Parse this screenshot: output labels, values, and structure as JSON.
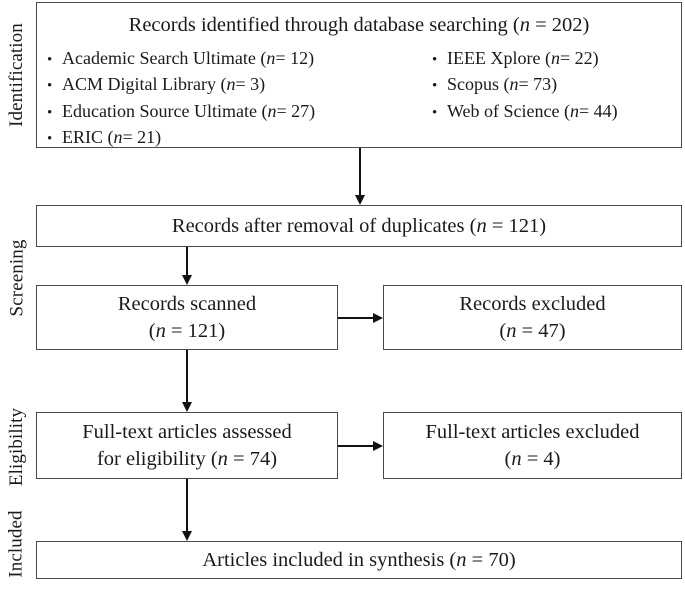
{
  "diagram": {
    "type": "prisma-flow-diagram",
    "italic_symbol": "n",
    "stages": [
      {
        "key": "identification",
        "label": "Identification"
      },
      {
        "key": "screening",
        "label": "Screening"
      },
      {
        "key": "eligibility",
        "label": "Eligibility"
      },
      {
        "key": "included",
        "label": "Included"
      }
    ],
    "boxes": {
      "identification": {
        "title_prefix": "Records identified through database searching (",
        "title_n": "n",
        "title_suffix": " = 202)",
        "sources_left": [
          {
            "name": "Academic Search Ultimate",
            "n": "n",
            "count": " = 12)"
          },
          {
            "name": "ACM Digital Library",
            "n": "n",
            "count": " = 3)"
          },
          {
            "name": "Education Source Ultimate",
            "n": "n",
            "count": " = 27)"
          },
          {
            "name": "ERIC",
            "n": "n",
            "count": " = 21)"
          }
        ],
        "sources_right": [
          {
            "name": "IEEE Xplore",
            "n": "n",
            "count": " = 22)"
          },
          {
            "name": "Scopus",
            "n": "n",
            "count": " = 73)"
          },
          {
            "name": "Web of Science",
            "n": "n",
            "count": " = 44)"
          }
        ]
      },
      "duplicates": {
        "line1_prefix": "Records after removal of duplicates (",
        "line1_n": "n",
        "line1_suffix": " = 121)"
      },
      "scanned": {
        "line1": "Records scanned",
        "line2_prefix": "(",
        "line2_n": "n",
        "line2_suffix": " = 121)"
      },
      "records_excluded": {
        "line1": "Records excluded",
        "line2_prefix": "(",
        "line2_n": "n",
        "line2_suffix": " = 47)"
      },
      "fulltext_assessed": {
        "line1": "Full-text articles assessed",
        "line2_prefix": "for eligibility (",
        "line2_n": "n",
        "line2_suffix": " = 74)"
      },
      "fulltext_excluded": {
        "line1": "Full-text articles excluded",
        "line2_prefix": "(",
        "line2_n": "n",
        "line2_suffix": " = 4)"
      },
      "included": {
        "line1_prefix": "Articles included in synthesis (",
        "line1_n": "n",
        "line1_suffix": " = 70)"
      }
    },
    "bullet_glyph": "•",
    "colors": {
      "box_border": "#4a4a4a",
      "arrow": "#111111",
      "text": "#1a1a1a",
      "background": "#ffffff"
    },
    "counts": {
      "identified_total": 202,
      "academic_search_ultimate": 12,
      "acm_digital_library": 3,
      "education_source_ultimate": 27,
      "eric": 21,
      "ieee_xplore": 22,
      "scopus": 73,
      "web_of_science": 44,
      "after_duplicates": 121,
      "records_scanned": 121,
      "records_excluded": 47,
      "fulltext_assessed": 74,
      "fulltext_excluded": 4,
      "included_in_synthesis": 70
    }
  }
}
